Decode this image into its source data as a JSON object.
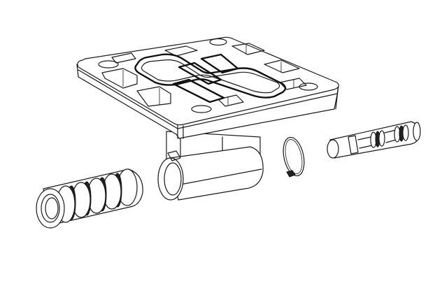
{
  "diagram": {
    "type": "exploded-view technical line drawing",
    "background": "#ffffff",
    "line_color": "#1a1a1a",
    "parts": [
      {
        "id": "valve-plate",
        "label": "Valve plate with gasket"
      },
      {
        "id": "valve-body",
        "label": "Valve body housing"
      },
      {
        "id": "spring-assembly",
        "label": "Spring / bellows assembly"
      },
      {
        "id": "circlip",
        "label": "Retaining circlip"
      },
      {
        "id": "spool-piston",
        "label": "Spool piston with seal rings"
      }
    ]
  }
}
